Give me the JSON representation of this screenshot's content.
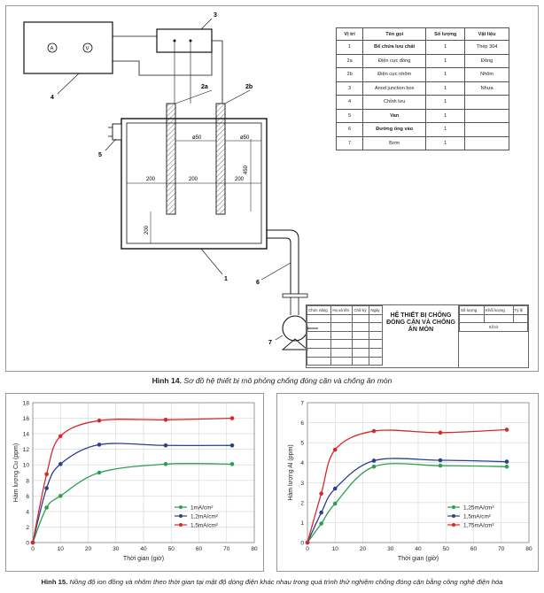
{
  "figure14": {
    "caption_label": "Hình 14.",
    "caption_text": "Sơ đồ hệ thiết bị mô phỏng chống đóng cặn và chống ăn mòn",
    "callouts": [
      "1",
      "2a",
      "2b",
      "3",
      "4",
      "5",
      "6",
      "7"
    ],
    "meter_symbols": [
      "A",
      "V"
    ],
    "dimensions": [
      "200",
      "200",
      "200",
      "450",
      "200",
      "ø50",
      "ø50"
    ],
    "parts_table": {
      "headers": [
        "Vị trí",
        "Tên gọi",
        "Số lượng",
        "Vật liệu"
      ],
      "rows": [
        [
          "1",
          "Bể chứa lưu chất",
          "1",
          "Thép 304"
        ],
        [
          "2a",
          "Điện cực đồng",
          "1",
          "Đồng"
        ],
        [
          "2b",
          "Điện cực nhôm",
          "1",
          "Nhôm"
        ],
        [
          "3",
          "Anod junction box",
          "1",
          "Nhựa"
        ],
        [
          "4",
          "Chỉnh lưu",
          "1",
          ""
        ],
        [
          "5",
          "Van",
          "1",
          ""
        ],
        [
          "6",
          "Đường ống vào",
          "1",
          ""
        ],
        [
          "7",
          "Bơm",
          "1",
          ""
        ]
      ]
    },
    "title_block": {
      "sign_headers": [
        "Chức năng",
        "Họ và tên",
        "Chữ ký",
        "Ngày"
      ],
      "title": "HỆ THIẾT BỊ CHỐNG ĐÓNG CẶN VÀ CHỐNG ĂN MÒN",
      "right_headers": [
        "Số lượng",
        "Khối lượng",
        "Tỷ lệ"
      ],
      "sheet_label": "Số tờ"
    }
  },
  "figure15": {
    "caption_label": "Hình 15.",
    "caption_text": "Nồng độ ion đồng và nhôm theo thời gian tại mật độ dòng điện khác nhau trong quá trình thử nghiệm chống đóng cặn bằng công nghệ điện hóa"
  },
  "chart_data": [
    {
      "type": "line",
      "xlabel": "Thời gian (giờ)",
      "ylabel": "Hàm lượng Cu (ppm)",
      "xlim": [
        0,
        80
      ],
      "ylim": [
        0,
        18
      ],
      "xticks": [
        "0",
        "10",
        "20",
        "30",
        "40",
        "50",
        "60",
        "70",
        "80"
      ],
      "yticks": [
        "0",
        "2",
        "4",
        "6",
        "8",
        "10",
        "12",
        "14",
        "16",
        "18"
      ],
      "grid": true,
      "legend_position": "bottom-right",
      "x": [
        0,
        5,
        10,
        24,
        48,
        72
      ],
      "series": [
        {
          "name": "1mA/cm²",
          "color": "#2e9e4f",
          "values": [
            0,
            4.5,
            6.0,
            9.0,
            10.1,
            10.1
          ]
        },
        {
          "name": "1,2mA/cm²",
          "color": "#2b3f8f",
          "values": [
            0,
            7.0,
            10.1,
            12.6,
            12.5,
            12.5
          ]
        },
        {
          "name": "1,5mA/cm²",
          "color": "#d62a2a",
          "values": [
            0,
            8.8,
            13.7,
            15.7,
            15.8,
            16.0
          ]
        }
      ]
    },
    {
      "type": "line",
      "xlabel": "Thời gian (giờ)",
      "ylabel": "Hàm lượng Al (ppm)",
      "xlim": [
        0,
        80
      ],
      "ylim": [
        0,
        7
      ],
      "xticks": [
        "0",
        "10",
        "20",
        "30",
        "40",
        "50",
        "60",
        "70",
        "80"
      ],
      "yticks": [
        "0",
        "1",
        "2",
        "3",
        "4",
        "5",
        "6",
        "7"
      ],
      "grid": true,
      "legend_position": "bottom-right",
      "x": [
        0,
        5,
        10,
        24,
        48,
        72
      ],
      "series": [
        {
          "name": "1,25mA/cm²",
          "color": "#2e9e4f",
          "values": [
            0,
            0.95,
            1.95,
            3.8,
            3.85,
            3.8
          ]
        },
        {
          "name": "1,5mA/cm²",
          "color": "#2b3f8f",
          "values": [
            0,
            1.5,
            2.7,
            4.1,
            4.12,
            4.05
          ]
        },
        {
          "name": "1,75mA/cm²",
          "color": "#d62a2a",
          "values": [
            0,
            2.45,
            4.65,
            5.58,
            5.5,
            5.65
          ]
        }
      ]
    }
  ]
}
